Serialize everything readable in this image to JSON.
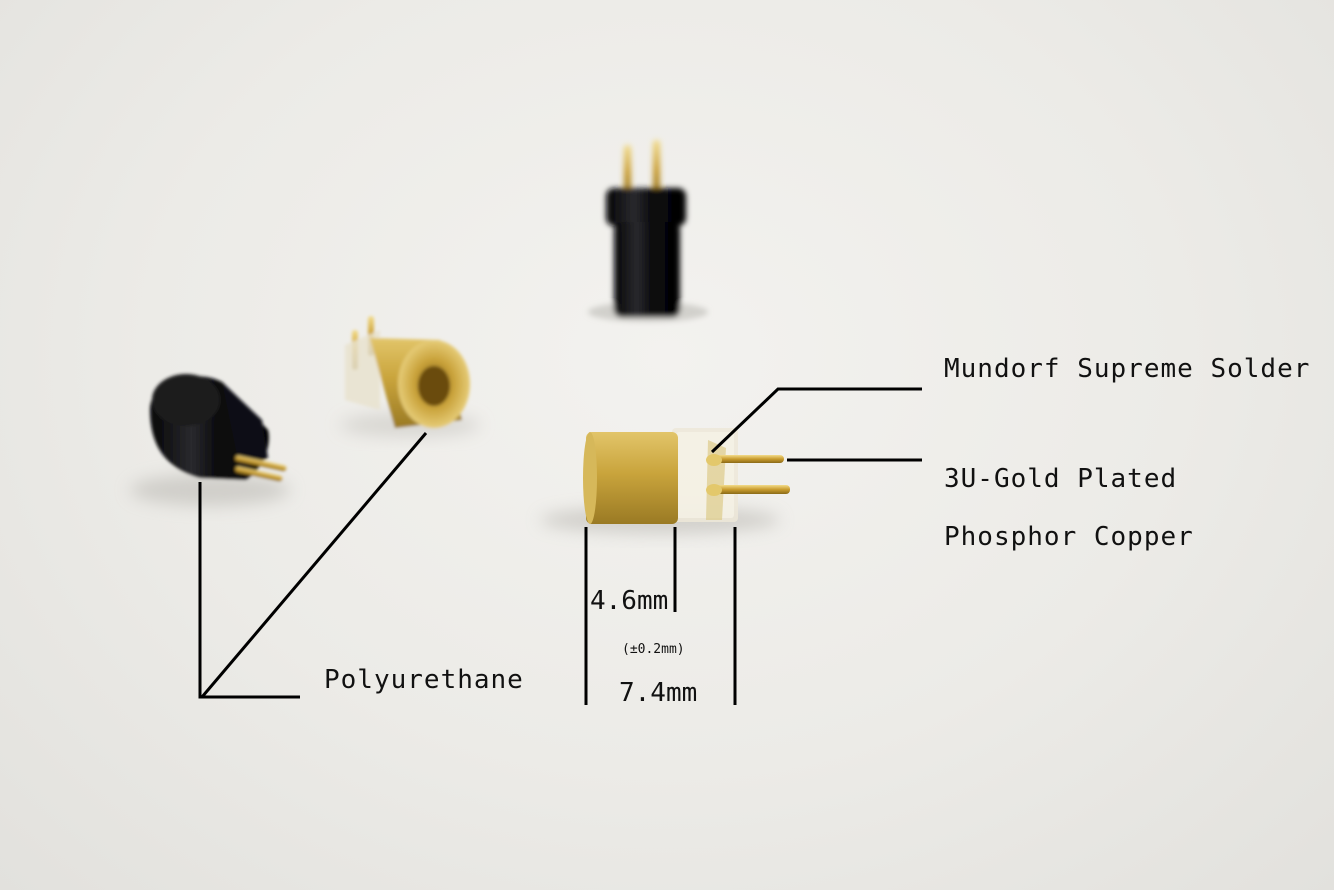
{
  "labels": {
    "solder": "Mundorf Supreme Solder",
    "pins_line1": "3U-Gold Plated",
    "pins_line2": "Phosphor Copper",
    "housing": "Polyurethane",
    "dim_inner": "4.6mm",
    "tolerance": "(±0.2mm)",
    "dim_outer": "7.4mm"
  },
  "colors": {
    "background": "#ecebe7",
    "gold": "#c9a43c",
    "black_plug": "#0e0e10",
    "leader_lines": "#000000"
  }
}
